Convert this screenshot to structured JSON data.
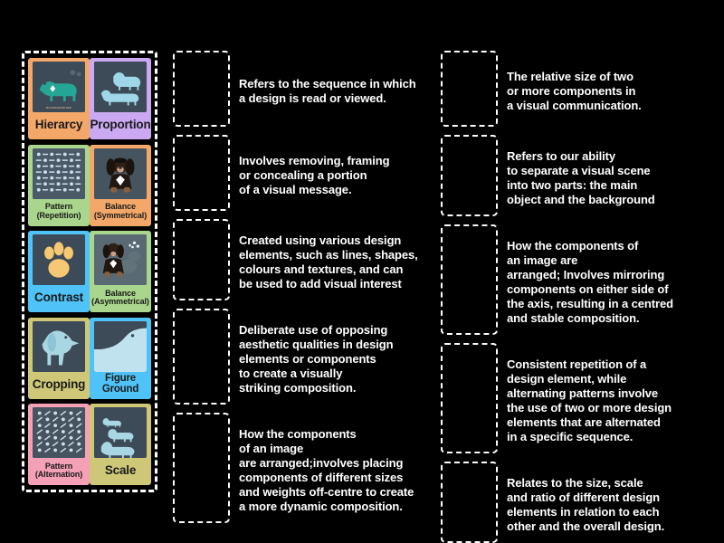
{
  "activity": {
    "type": "match-up",
    "background_color": "#000000",
    "text_color": "#ffffff"
  },
  "card_tray": {
    "name": "image-card-tray",
    "cards": [
      {
        "label": "Hierarcy",
        "label_lines": [
          "Hierarcy"
        ],
        "card_color": "#f3a869",
        "thumb_bg": "#3d4a57",
        "art": "dachshund-teal-side",
        "art_color": "#26a694",
        "tiny_caption": "DACHSHUND MIX"
      },
      {
        "label": "Proportion",
        "label_lines": [
          "Proportion"
        ],
        "card_color": "#caa9f2",
        "thumb_bg": "#3d4a57",
        "art": "two-dachshunds-proportion",
        "art_color": "#9fd7e8"
      },
      {
        "label": "Pattern (Repetition)",
        "label_lines": [
          "Pattern",
          "(Repetition)"
        ],
        "card_color": "#a9d68c",
        "thumb_bg": "#4b5a68",
        "art": "dot-grid-pattern",
        "art_color": "#cfe0ea"
      },
      {
        "label": "Balance (Symmetrical)",
        "label_lines": [
          "Balance",
          "(Symmetrical)"
        ],
        "card_color": "#f3a869",
        "thumb_bg": "#46545f",
        "art": "dachshund-front-symmetric",
        "art_color": "#2f2117"
      },
      {
        "label": "Contrast",
        "label_lines": [
          "Contrast"
        ],
        "card_color": "#4fc3f7",
        "thumb_bg": "#3d4a57",
        "art": "paw-print",
        "art_color": "#f7c873"
      },
      {
        "label": "Balance (Asymmetrical)",
        "label_lines": [
          "Balance",
          "(Asymmetrical)"
        ],
        "card_color": "#a9d68c",
        "thumb_bg": "#5a6a74",
        "art": "dachshund-offcentre-paws",
        "art_color": "#2f2117"
      },
      {
        "label": "Cropping",
        "label_lines": [
          "Cropping"
        ],
        "card_color": "#cfc778",
        "thumb_bg": "#3d4a57",
        "art": "cropped-dachshund-head",
        "art_color": "#a9d6e3"
      },
      {
        "label": "Figure Ground",
        "label_lines": [
          "Figure",
          "Ground"
        ],
        "card_color": "#4fc3f7",
        "thumb_bg": "#3d4a57",
        "art": "figure-ground-dog-head",
        "art_color": "#bfe2ee"
      },
      {
        "label": "Pattern (Alternation)",
        "label_lines": [
          "Pattern",
          "(Alternation)"
        ],
        "card_color": "#f4a0b6",
        "thumb_bg": "#46545f",
        "art": "alternating-bone-dot-pattern",
        "art_color": "#cfe0ea"
      },
      {
        "label": "Scale",
        "label_lines": [
          "Scale"
        ],
        "card_color": "#cfc778",
        "thumb_bg": "#3d4a57",
        "art": "three-dachshunds-scale",
        "art_color": "#a9d6e3"
      }
    ]
  },
  "definitions": {
    "left_column": [
      {
        "text": "Refers to the sequence in which\na design is read or viewed."
      },
      {
        "text": "Involves removing, framing\nor concealing a portion\nof a visual message."
      },
      {
        "text": "Created using various design\nelements, such as lines, shapes,\ncolours and textures, and can\nbe used to add visual interest"
      },
      {
        "text": "Deliberate use of opposing\naesthetic qualities in design\nelements or components\nto create a visually\nstriking composition."
      },
      {
        "text": "How the components\nof an image\nare arranged;involves placing\ncomponents of different sizes\nand weights off-centre to create\na more dynamic composition."
      }
    ],
    "right_column": [
      {
        "text": "The relative size of two\nor more components in\na visual communication."
      },
      {
        "text": "Refers to our ability\nto separate a visual scene\ninto two parts: the main\nobject and the background"
      },
      {
        "text": "How the components of\nan image are\narranged; Involves mirroring\ncomponents on either side of\nthe axis, resulting in a centred\nand stable composition."
      },
      {
        "text": "Consistent repetition of a\ndesign element, while\nalternating patterns involve\nthe use of two or more design\nelements that are alternated\nin a specific sequence."
      },
      {
        "text": "Relates to the size, scale\nand ratio of different design\nelements in relation to each\nother and the overall design."
      }
    ]
  }
}
